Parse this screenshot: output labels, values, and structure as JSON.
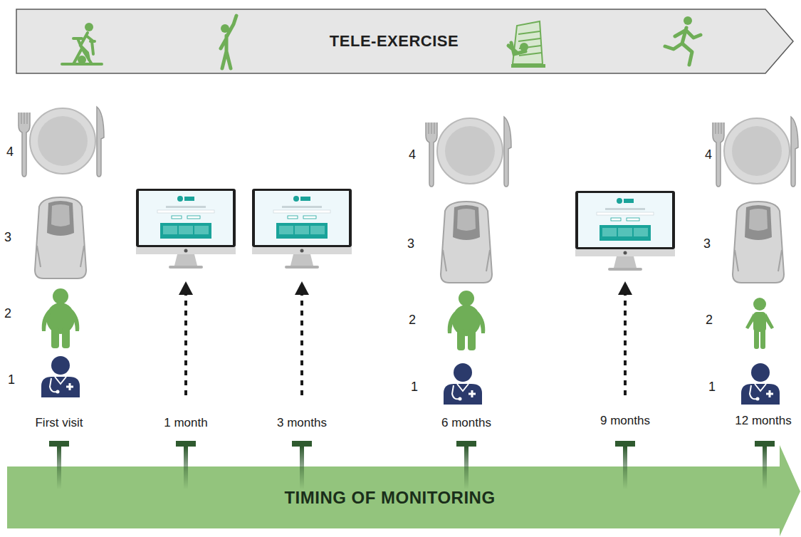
{
  "diagram": {
    "nodes": [
      {
        "text": [
          "TELE-EXERCISE"
        ]
      },
      {
        "text": [
          "TIMING OF MONITORING"
        ]
      }
    ],
    "labels": [
      "4",
      "3",
      "2",
      "1",
      "4",
      "3",
      "2",
      "1",
      "4",
      "3",
      "2",
      "1",
      "First visit",
      "1 month",
      "3 months",
      "6 months",
      "9 months",
      "12 months"
    ]
  }
}
